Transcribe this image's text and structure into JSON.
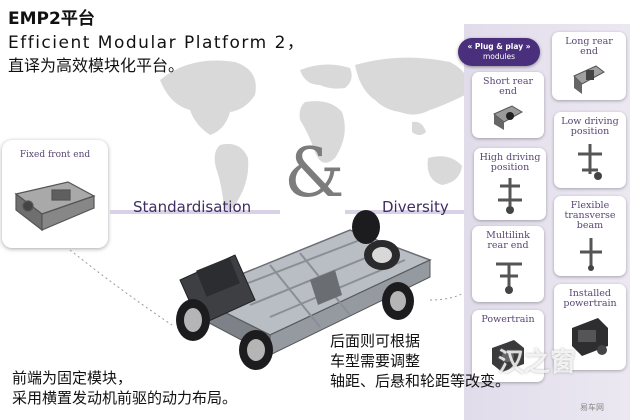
{
  "header": {
    "title": "EMP2平台",
    "subtitle": "Efficient Modular Platform 2，",
    "translation": "直译为高效模块化平台。"
  },
  "diagram": {
    "fixed_front_label": "Fixed front end",
    "standardisation": "Standardisation",
    "ampersand": "&",
    "diversity": "Diversity"
  },
  "modules": {
    "badge_line1": "« Plug & play »",
    "badge_line2": "modules",
    "items": [
      {
        "lines": [
          "Short rear",
          "end"
        ]
      },
      {
        "lines": [
          "Long rear",
          "end"
        ]
      },
      {
        "lines": [
          "High driving",
          "position"
        ]
      },
      {
        "lines": [
          "Low driving",
          "position"
        ]
      },
      {
        "lines": [
          "Multilink",
          "rear end"
        ]
      },
      {
        "lines": [
          "Flexible",
          "transverse",
          "beam"
        ]
      },
      {
        "lines": [
          "Powertrain"
        ]
      },
      {
        "lines": [
          "Installed",
          "powertrain"
        ]
      }
    ]
  },
  "captions": {
    "left_line1": "前端为固定模块，",
    "left_line2": "采用横置发动机前驱的动力布局。",
    "right_line1": "后面则可根据",
    "right_line2": "车型需要调整",
    "right_line3": "轴距、后悬和轮距等改变。"
  },
  "watermark": {
    "text": "汉之窗",
    "small": "易车网"
  },
  "colors": {
    "accent": "#4a2f7c",
    "label": "#5a4675",
    "panel": "#e4dfec",
    "map": "#d6d6d6"
  }
}
